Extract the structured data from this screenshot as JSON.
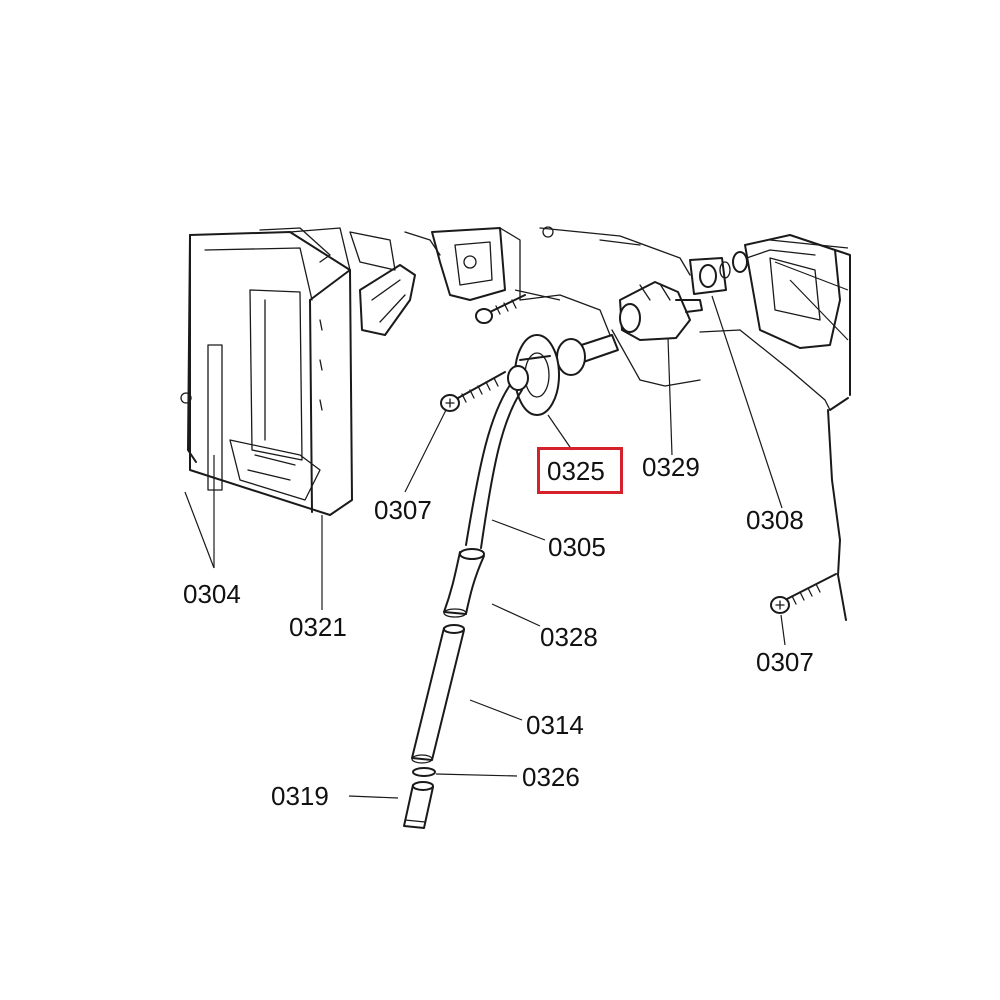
{
  "diagram": {
    "highlight_color": "#d4212b",
    "highlighted_part": "0325",
    "callouts": {
      "c0304": "0304",
      "c0321": "0321",
      "c0307_left": "0307",
      "c0325": "0325",
      "c0329": "0329",
      "c0308": "0308",
      "c0305": "0305",
      "c0307_right": "0307",
      "c0328": "0328",
      "c0314": "0314",
      "c0326": "0326",
      "c0319": "0319"
    }
  }
}
